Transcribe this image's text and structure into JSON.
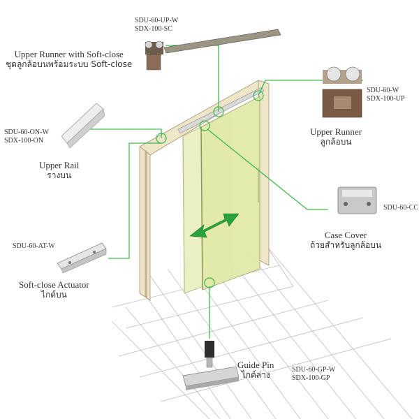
{
  "colors": {
    "leader": "#3dbb4a",
    "glass": "#e6ebb0",
    "frame": "#efe6c8",
    "arrow": "#27a33a"
  },
  "components": {
    "upper_runner_sc": {
      "codes": [
        "SDU-60-UP-W",
        "SDX-100-SC"
      ],
      "name_en": "Upper Runner with Soft-close",
      "name_th": "ชุดลูกล้อบนพร้อมระบบ Soft-close"
    },
    "upper_runner": {
      "codes": [
        "SDU-60-W",
        "SDX-100-UP"
      ],
      "name_en": "Upper Runner",
      "name_th": "ลูกล้อบน"
    },
    "upper_rail": {
      "codes": [
        "SDU-60-ON-W",
        "SDX-100-ON"
      ],
      "name_en": "Upper Rail",
      "name_th": "รางบน"
    },
    "case_cover": {
      "codes": [
        "SDU-60-CC"
      ],
      "name_en": "Case Cover",
      "name_th": "ถ้วยสำหรับลูกล้อบน"
    },
    "actuator": {
      "codes": [
        "SDU-60-AT-W"
      ],
      "name_en": "Soft-close Actuator",
      "name_th": "ไกด์บน"
    },
    "guide_pin": {
      "codes": [
        "SDU-60-GP-W",
        "SDX-100-GP"
      ],
      "name_en": "Guide Pin",
      "name_th": "ไกด์ล่าง"
    }
  }
}
